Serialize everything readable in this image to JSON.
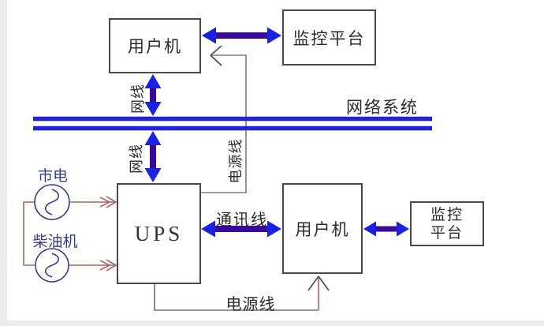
{
  "diagram": {
    "boxes": {
      "user_top": "用户机",
      "monitor_top": "监控平台",
      "ups": "UPS",
      "user_bottom": "用户机",
      "monitor_bottom": {
        "line1": "监控",
        "line2": "平台"
      }
    },
    "labels": {
      "network_system": "网络系统",
      "net_cable_upper": "网线",
      "net_cable_lower": "网线",
      "power_cable_riser": "电源线",
      "comm_cable": "通讯线",
      "power_cable_bottom": "电源线",
      "mains_power": "市电",
      "diesel_generator": "柴油机"
    },
    "colors": {
      "arrow_shaft": "#38099A",
      "arrow_head": "#1822E6",
      "network_bus": "#2222D6",
      "circuit_line": "#AA6666",
      "power_line": "#9B7070",
      "power_line_red": "#C9556A",
      "open_arrow": "#44446E",
      "source_symbol": "#3B3B8C",
      "box_border": "#4A4A4A"
    }
  }
}
